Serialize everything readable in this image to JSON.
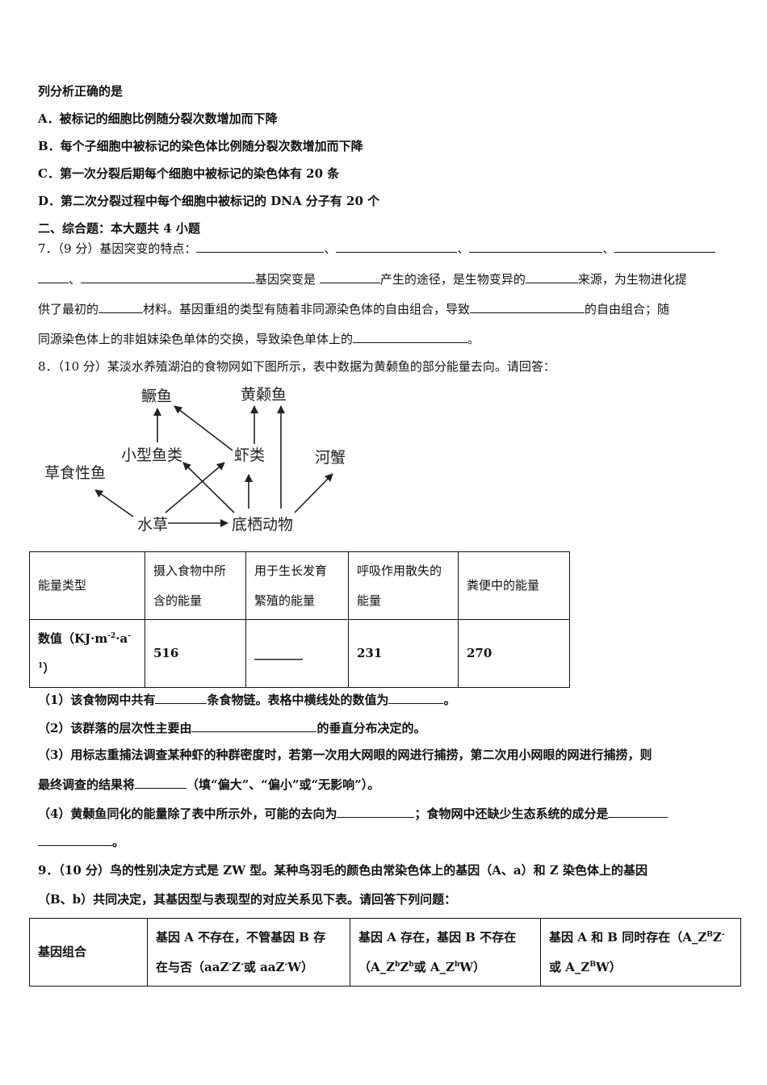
{
  "lines": {
    "l1": "列分析正确的是",
    "optA": "A．被标记的细胞比例随分裂次数增加而下降",
    "optB": "B．每个子细胞中被标记的染色体比例随分裂次数增加而下降",
    "optC": "C．第一次分裂后期每个细胞中被标记的染色体有 20 条",
    "optD": "D．第二次分裂过程中每个细胞中被标记的 DNA 分子有 20 个",
    "section": "二、综合题：本大题共 4 小题"
  },
  "q7": {
    "a": "7．（9 分）基因突变的特点：",
    "sep": "、",
    "b": "基因突变是",
    "c": "产生的途径，是生物变异的",
    "d": "来源，为生物进化提",
    "e": "供了最初的",
    "f": "材料。基因重组的类型有随着非同源染色体的自由组合，导致",
    "g": "的自由组合；随",
    "h": "同源染色体上的非姐妹染色单体的交换，导致染色单体上的",
    "end": "。"
  },
  "q8": {
    "intro": "8．（10 分）某淡水养殖湖泊的食物网如下图所示，表中数据为黄颡鱼的部分能量去向。请回答：",
    "web": {
      "n1": "鳜鱼",
      "n2": "黄颡鱼",
      "n3": "小型鱼类",
      "n4": "虾类",
      "n5": "河蟹",
      "n6": "草食性鱼",
      "n7": "水草",
      "n8": "底栖动物"
    },
    "table": {
      "h0": "能量类型",
      "h1a": "摄入食物中所",
      "h1b": "含的能量",
      "h2a": "用于生长发育",
      "h2b": "繁殖的能量",
      "h3a": "呼吸作用散失的",
      "h3b": "能量",
      "h4": "粪便中的能量",
      "r0a": "数值（KJ·m",
      "r0sup1": "-2",
      "r0b": "·a",
      "r0sup2": "-",
      "r0c": "1",
      "r0d": "）",
      "v1": "516",
      "v2": "________",
      "v3": "231",
      "v4": "270"
    },
    "s1a": "（1）该食物网中共有",
    "s1b": "条食物链。表格中横线处的数值为",
    "s1c": "。",
    "s2a": "（2）该群落的层次性主要由",
    "s2b": "的垂直分布决定的。",
    "s3a": "（3）用标志重捕法调查某种虾的种群密度时，若第一次用大网眼的网进行捕捞，第二次用小网眼的网进行捕捞，则",
    "s3b": "最终调查的结果将",
    "s3c": "（填“偏大”、“偏小”或“无影响”）。",
    "s4a": "（4）黄颡鱼同化的能量除了表中所示外，可能的去向为",
    "s4b": "；食物网中还缺少生态系统的成分是",
    "s4c": "。"
  },
  "q9": {
    "l1": "9．（10 分）鸟的性别决定方式是 ZW 型。某种鸟羽毛的颜色由常染色体上的基因（A、a）和 Z 染色体上的基因",
    "l2": "（B、b）共同决定，其基因型与表现型的对应关系见下表。请回答下列问题：",
    "table": {
      "h0": "基因组合",
      "c1a": "基因 A 不存在，不管基因 B 存",
      "c1b": "在与否（aaZ",
      "c1sup1": "-",
      "c1c": "Z",
      "c1sup2": "-",
      "c1d": "或 aaZ",
      "c1sup3": "-",
      "c1e": "W）",
      "c2a": "基因 A 存在，基因 B 不存在",
      "c2b": "（A_Z",
      "c2sup1": "b",
      "c2c": "Z",
      "c2sup2": "b",
      "c2d": "或 A_Z",
      "c2sup3": "b",
      "c2e": "W）",
      "c3a": "基因 A 和 B 同时存在（A_Z",
      "c3sup1": "B",
      "c3b": "Z",
      "c3sup2": "-",
      "c3c": "或 A_Z",
      "c3sup3": "B",
      "c3d": "W）"
    }
  }
}
